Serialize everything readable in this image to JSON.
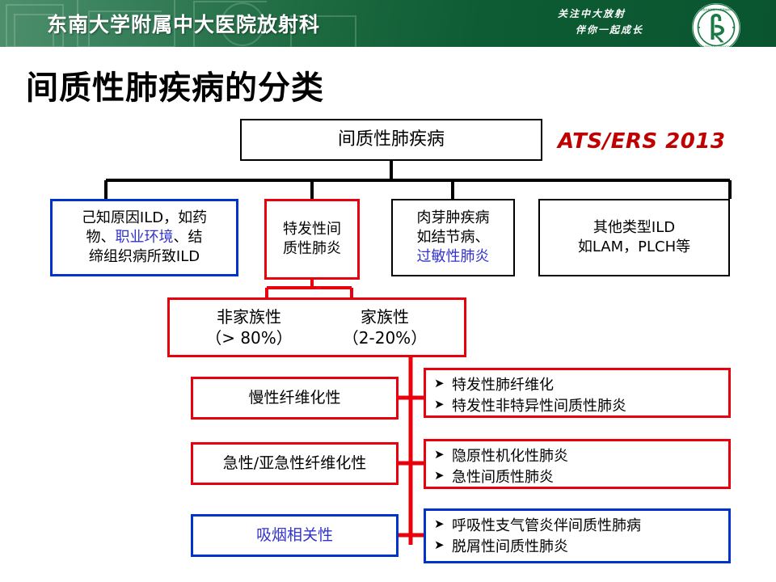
{
  "header": {
    "org_title": "东南大学附属中大医院放射科",
    "slogan_line1": "关注中大放射",
    "slogan_line2": "伴你一起成长",
    "logo_name": "hospital-radiology-seal-logo",
    "band_color": "#0a5530",
    "accent_light": "#4f8f6c"
  },
  "slide": {
    "title": "间质性肺疾病的分类",
    "source_label": "ATS/ERS 2013",
    "source_color": "#c00000"
  },
  "diagram": {
    "root": {
      "label": "间质性肺疾病",
      "border": "#000000"
    },
    "level2": [
      {
        "name": "known-cause-ild",
        "border": "#0033cc",
        "line1": "己知原因ILD，如药",
        "line2_a": "物、",
        "line2_b": "职业环境",
        "line2_c": "、结",
        "line3": "缔组织病所致ILD",
        "highlight_color": "#3333cc"
      },
      {
        "name": "idiopathic-interstitial-pneumonia",
        "border": "#e8000d",
        "line1": "特发性间",
        "line2": "质性肺炎"
      },
      {
        "name": "granulomatous-disease",
        "border": "#000000",
        "line1": "肉芽肿疾病",
        "line2": "如结节病、",
        "line3": "过敏性肺炎",
        "highlight_color": "#3333cc"
      },
      {
        "name": "other-ild",
        "border": "#000000",
        "line1": "其他类型ILD",
        "line2": "如LAM，PLCH等"
      }
    ],
    "family": {
      "name": "familial-split",
      "border": "#e8000d",
      "nonfamilial_label": "非家族性",
      "nonfamilial_value": "（> 80%）",
      "familial_label": "家族性",
      "familial_value": "（2-20%）"
    },
    "categories": [
      {
        "name": "chronic-fibrosing",
        "label": "慢性纤维化性",
        "border": "#e8000d",
        "text_color": "#000000"
      },
      {
        "name": "acute-subacute-fibrosing",
        "label": "急性/亚急性纤维化性",
        "border": "#e8000d",
        "text_color": "#000000"
      },
      {
        "name": "smoking-related",
        "label": "吸烟相关性",
        "border": "#0033cc",
        "text_color": "#3333cc"
      }
    ],
    "entity_lists": [
      {
        "name": "chronic-fibrosing-entities",
        "border": "#e8000d",
        "bullet": "➤",
        "items": [
          "特发性肺纤维化",
          "特发性非特异性间质性肺炎"
        ]
      },
      {
        "name": "acute-subacute-entities",
        "border": "#e8000d",
        "bullet": "➤",
        "items": [
          "隐原性机化性肺炎",
          "急性间质性肺炎"
        ]
      },
      {
        "name": "smoking-related-entities",
        "border": "#0033cc",
        "bullet": "➤",
        "items": [
          "呼吸性支气管炎伴间质性肺病",
          "脱屑性间质性肺炎"
        ]
      }
    ]
  }
}
